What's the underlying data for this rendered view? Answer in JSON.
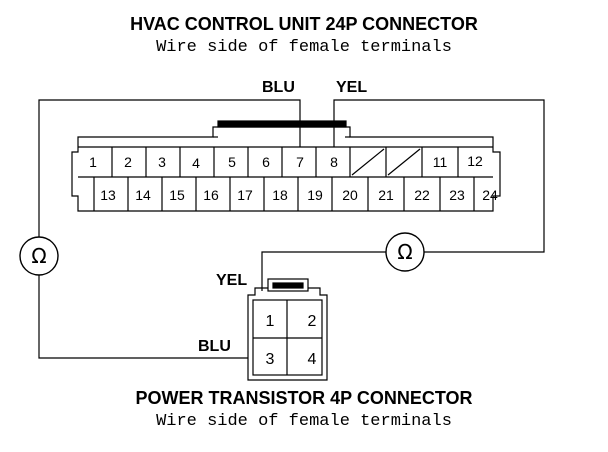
{
  "hvac_connector": {
    "title": "HVAC CONTROL UNIT 24P CONNECTOR",
    "subtitle": "Wire side of female terminals",
    "top_row": [
      "1",
      "2",
      "3",
      "4",
      "5",
      "6",
      "7",
      "8",
      "",
      "",
      "11",
      "12"
    ],
    "bottom_row": [
      "13",
      "14",
      "15",
      "16",
      "17",
      "18",
      "19",
      "20",
      "21",
      "22",
      "23",
      "24"
    ],
    "wire_labels": {
      "pin7": "BLU",
      "pin8": "YEL"
    }
  },
  "power_transistor": {
    "title": "POWER TRANSISTOR 4P CONNECTOR",
    "subtitle": "Wire side of female terminals",
    "pins": [
      "1",
      "2",
      "3",
      "4"
    ],
    "wire_labels": {
      "pin1": "YEL",
      "pin3": "BLU"
    }
  },
  "meters": {
    "left_symbol": "Ω",
    "right_symbol": "Ω"
  }
}
